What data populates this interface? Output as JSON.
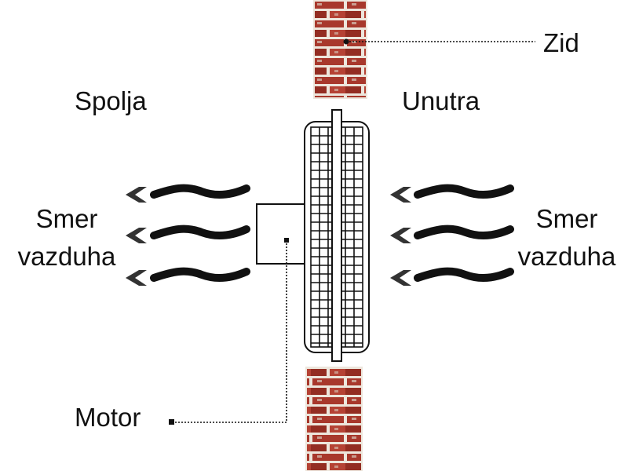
{
  "labels": {
    "wall": "Zid",
    "outside": "Spolja",
    "inside": "Unutra",
    "airflow_left_line1": "Smer",
    "airflow_left_line2": "vazduha",
    "airflow_right_line1": "Smer",
    "airflow_right_line2": "vazduha",
    "motor": "Motor"
  },
  "colors": {
    "brick": "#a8382c",
    "brick_dark": "#7e2419",
    "mortar": "#ede6dc",
    "line": "#111111"
  },
  "icons": {
    "airflow_arrow": "chevron-left-icon",
    "air_wave": "wave-icon"
  }
}
